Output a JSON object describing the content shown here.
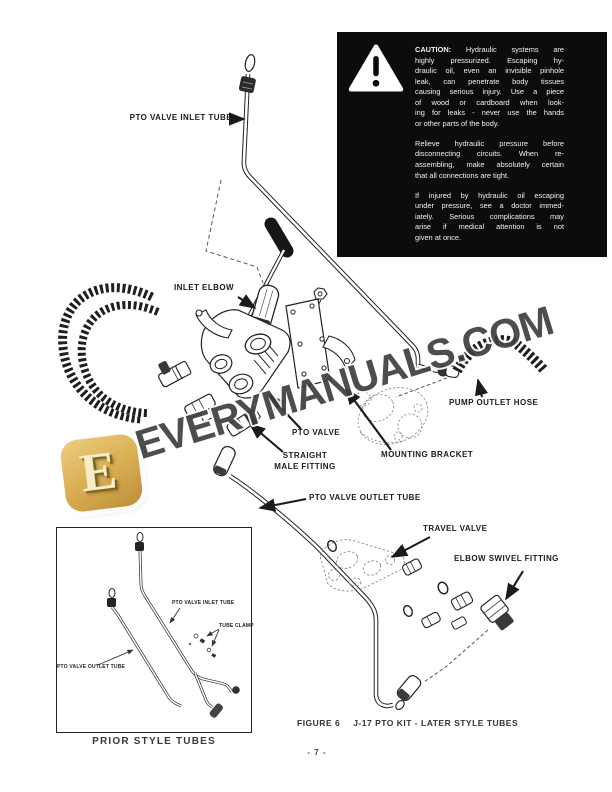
{
  "caution": {
    "title": "CAUTION:",
    "paragraphs": [
      {
        "lines": [
          "Hydraulic systems are",
          "highly pressurized.  Escaping hy-",
          "draulic oil, even an invisible pinhole",
          "leak, can penetrate body tissues",
          "causing serious injury.  Use a piece",
          "of wood or cardboard when look-",
          "ing for leaks - never use the hands",
          "or other parts of the body."
        ]
      },
      {
        "lines": [
          "Relieve hydraulic pressure before",
          "disconnecting circuits.  When re-",
          "assembling, make absolutely certain",
          "that all connections are tight."
        ]
      },
      {
        "lines": [
          "If injured by hydraulic oil escaping",
          "under pressure, see a doctor immed-",
          "iately.  Serious complications may",
          "arise if medical attention is not",
          "given at once."
        ]
      }
    ]
  },
  "labels": {
    "pto_valve_inlet_tube": "PTO VALVE INLET TUBE",
    "inlet_elbow": "INLET ELBOW",
    "pto_valve": "PTO VALVE",
    "straight_male_fitting_line1": "STRAIGHT",
    "straight_male_fitting_line2": "MALE FITTING",
    "mounting_bracket": "MOUNTING BRACKET",
    "pump_outlet_hose": "PUMP OUTLET HOSE",
    "pto_valve_outlet_tube": "PTO VALVE OUTLET TUBE",
    "travel_valve": "TRAVEL VALVE",
    "elbow_swivel_fitting": "ELBOW SWIVEL FITTING"
  },
  "inset": {
    "labels": {
      "inlet_tube": "PTO VALVE INLET TUBE",
      "tube_clamp": "TUBE CLAMP",
      "outlet_tube": "PTO VALVE OUTLET TUBE"
    },
    "caption": "PRIOR STYLE TUBES"
  },
  "figure": {
    "label": "FIGURE 6",
    "title": "J-17 PTO KIT - LATER STYLE TUBES"
  },
  "page_number": "- 7 -",
  "watermark": {
    "text": "EVERYMANUALS.COM",
    "logo_letter": "E",
    "logo_color": "#d9a63f"
  }
}
